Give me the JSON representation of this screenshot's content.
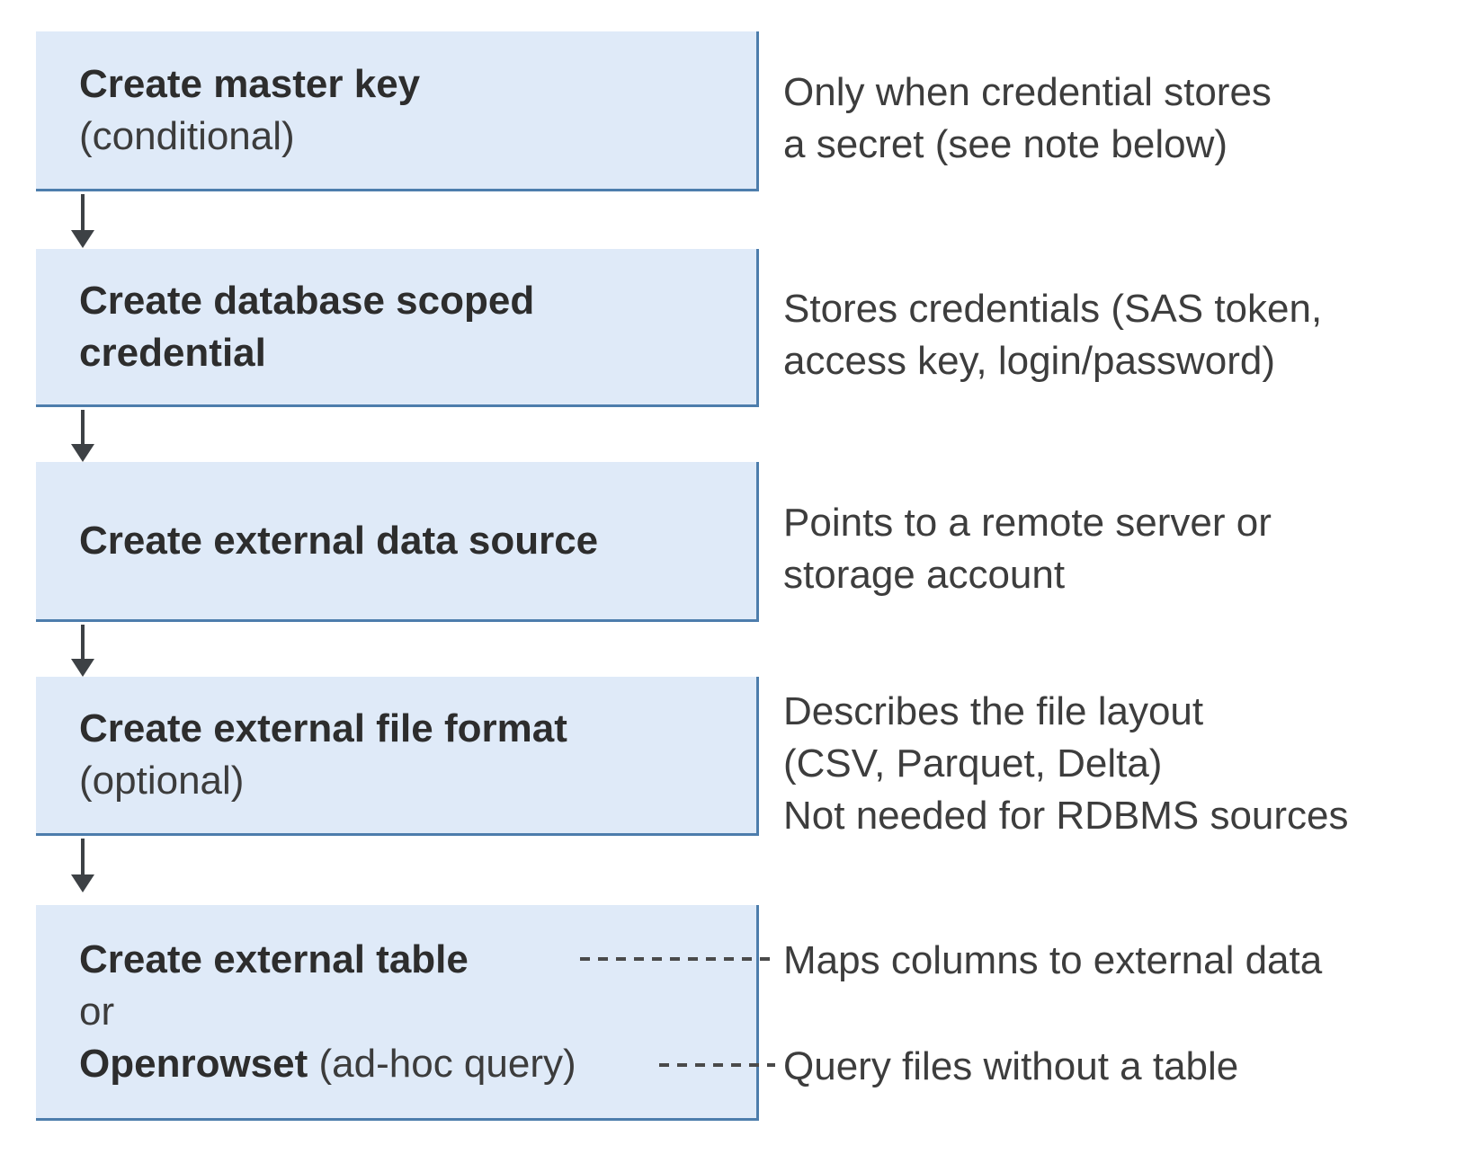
{
  "diagram": {
    "colors": {
      "background": "#ffffff",
      "box_fill": "#dfeaf8",
      "box_border": "#4d7dac",
      "arrow": "#3d4145",
      "title_text": "#2d2d2d",
      "body_text": "#3d3d3d"
    },
    "steps": [
      {
        "title": "Create master key",
        "subtitle": "(conditional)",
        "annotation_line1": "Only when credential stores",
        "annotation_line2": "a secret (see note below)"
      },
      {
        "title_line1": "Create database scoped",
        "title_line2": "credential",
        "annotation_line1": "Stores credentials (SAS token,",
        "annotation_line2": "access key, login/password)"
      },
      {
        "title": "Create external data source",
        "annotation_line1": "Points to a remote server or",
        "annotation_line2": "storage account"
      },
      {
        "title": "Create external file format",
        "subtitle": "(optional)",
        "annotation_line1": "Describes the file layout",
        "annotation_line2": "(CSV, Parquet, Delta)",
        "annotation_line3": "Not needed for RDBMS sources"
      },
      {
        "option1": "Create external table",
        "connector": "or",
        "option2_bold": "Openrowset",
        "option2_rest": " (ad-hoc query)",
        "annotation_option1": "Maps columns to external data",
        "annotation_option2": "Query files without a table"
      }
    ]
  }
}
